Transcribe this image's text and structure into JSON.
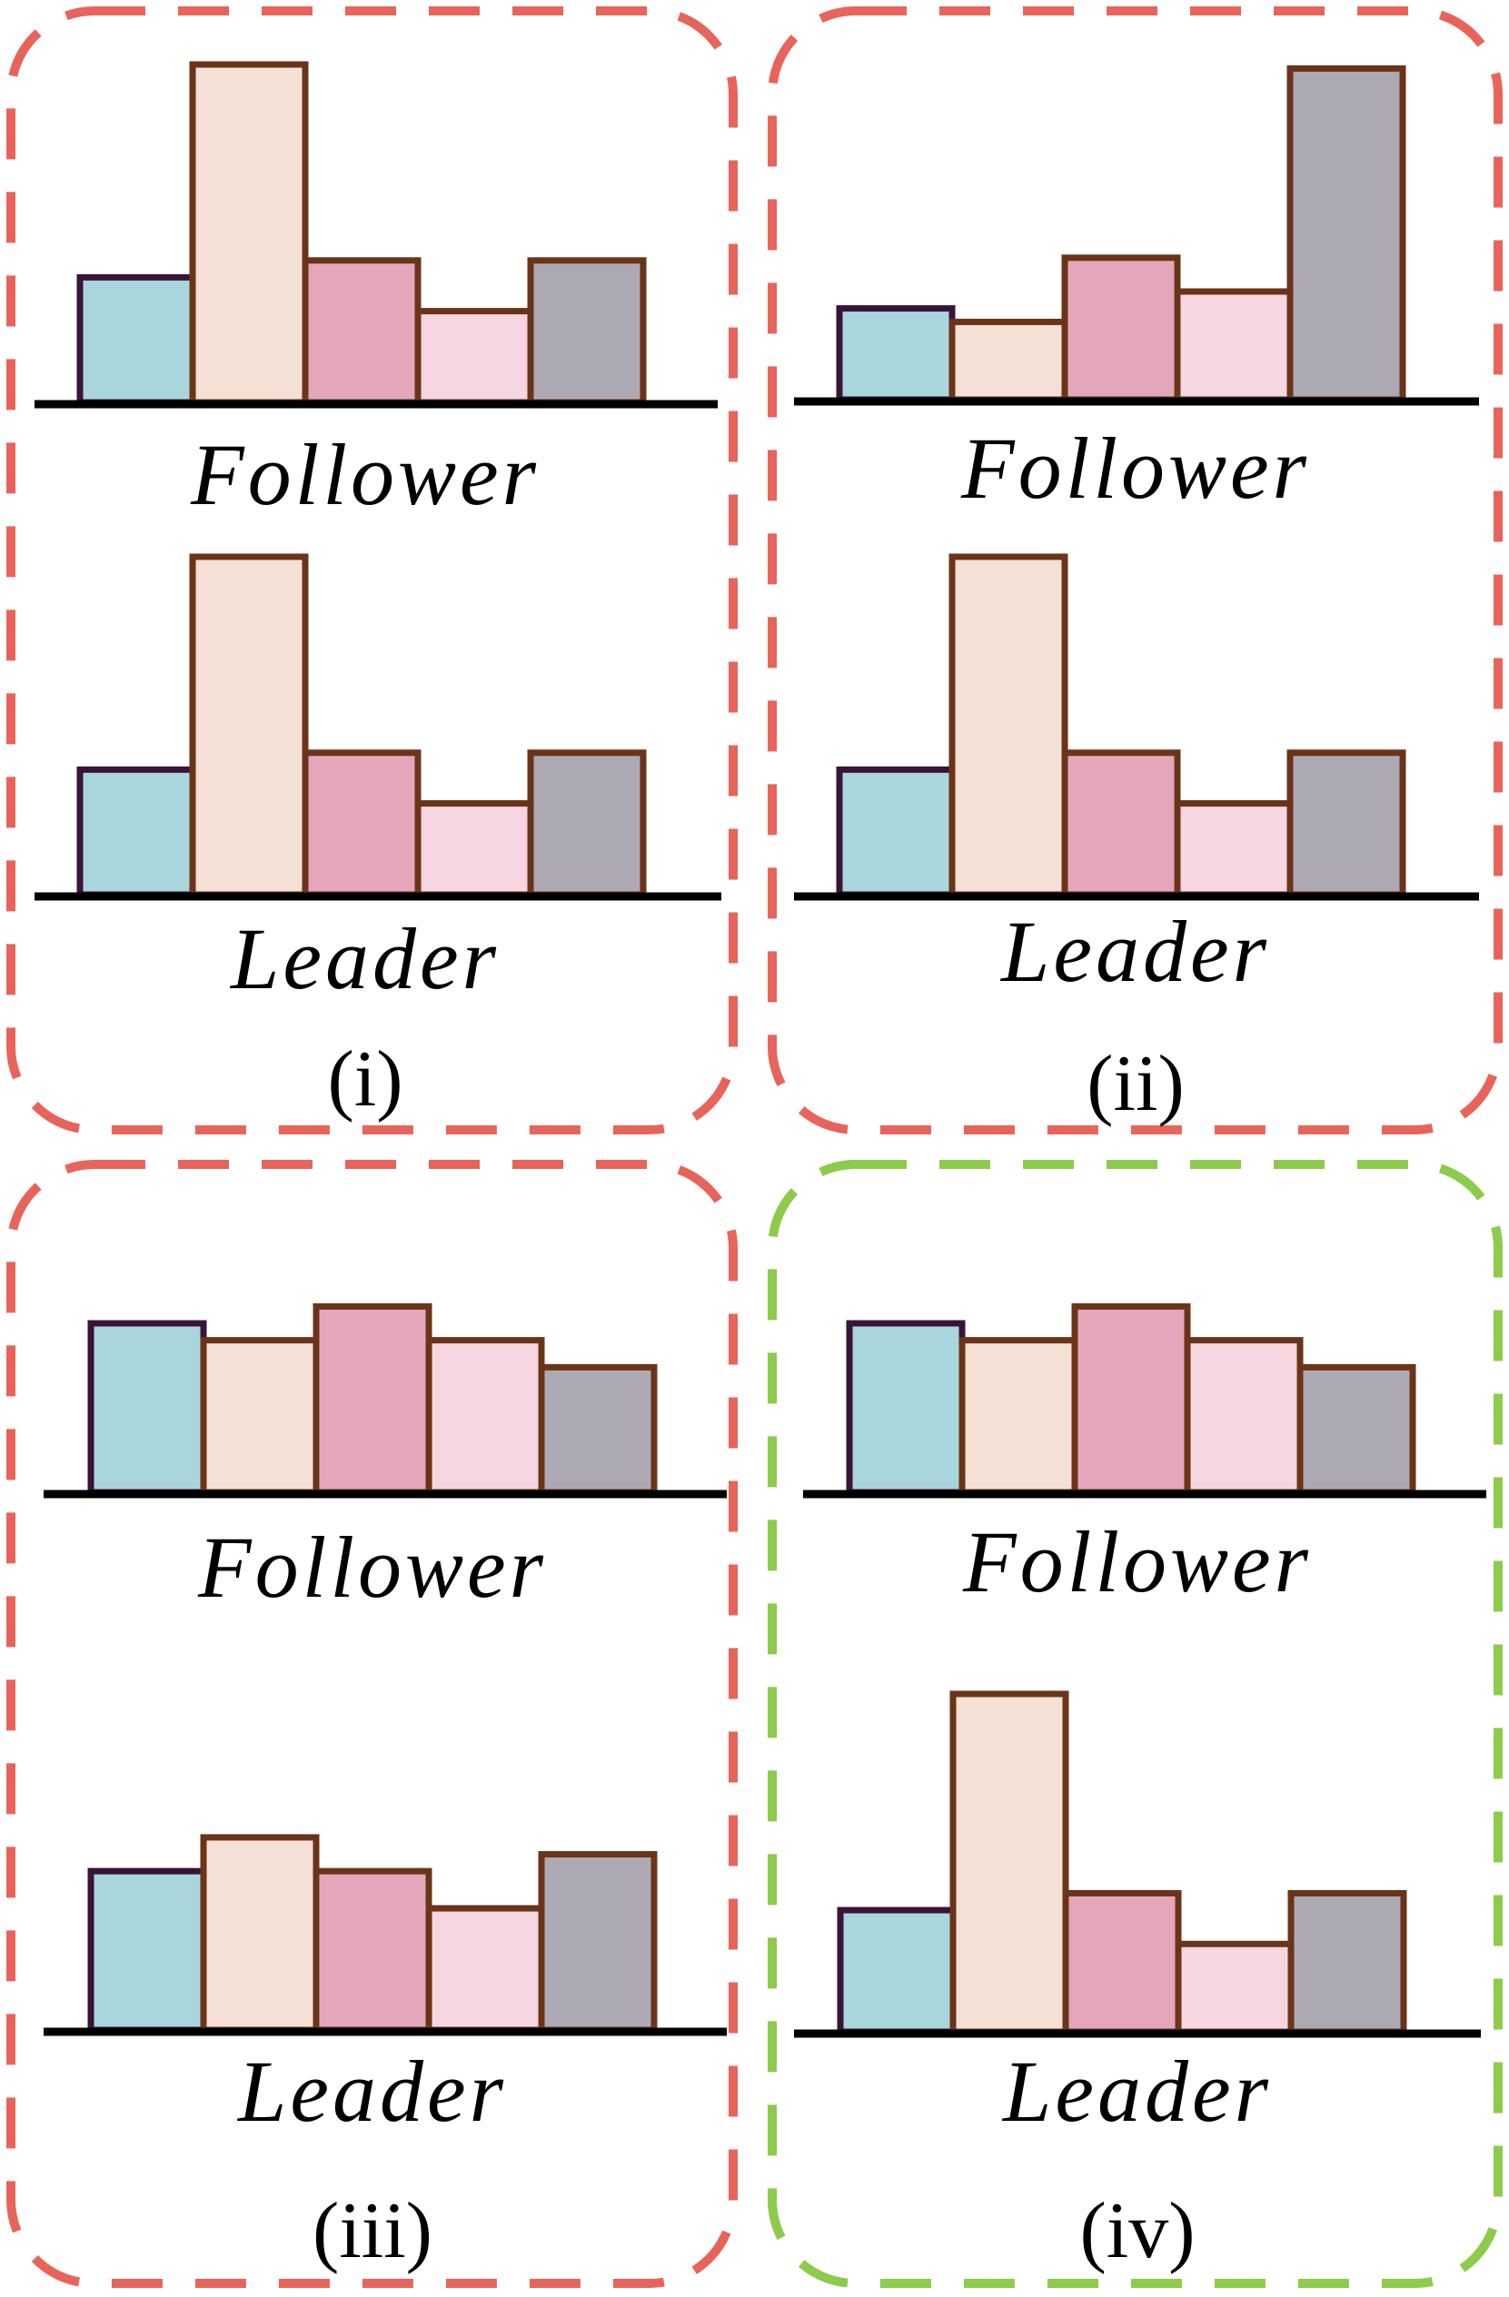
{
  "colors": {
    "frame_mismatch": "#E8645A",
    "frame_match": "#8DCB4A",
    "baseline": "#000000",
    "bar_stroke": "#6B3418",
    "bar_stroke_first": "#3A1438",
    "bar_fills": [
      "#A8D6DC",
      "#F5E0D5",
      "#E4A6BB",
      "#F5D6E1",
      "#ADA9B4"
    ]
  },
  "panels": [
    {
      "label": "(i)",
      "frame": "mismatch",
      "charts": [
        {
          "role": "Follower",
          "values": [
            0.37,
            1.0,
            0.42,
            0.27,
            0.42
          ]
        },
        {
          "role": "Leader",
          "values": [
            0.37,
            1.0,
            0.42,
            0.27,
            0.42
          ]
        }
      ]
    },
    {
      "label": "(ii)",
      "frame": "mismatch",
      "charts": [
        {
          "role": "Follower",
          "values": [
            0.27,
            0.23,
            0.42,
            0.32,
            0.98
          ]
        },
        {
          "role": "Leader",
          "values": [
            0.37,
            1.0,
            0.42,
            0.27,
            0.42
          ]
        }
      ]
    },
    {
      "label": "(iii)",
      "frame": "mismatch",
      "charts": [
        {
          "role": "Follower",
          "values": [
            0.5,
            0.45,
            0.55,
            0.45,
            0.37
          ]
        },
        {
          "role": "Leader",
          "values": [
            0.47,
            0.57,
            0.47,
            0.36,
            0.52
          ]
        }
      ]
    },
    {
      "label": "(iv)",
      "frame": "match",
      "charts": [
        {
          "role": "Follower",
          "values": [
            0.5,
            0.45,
            0.55,
            0.45,
            0.37
          ]
        },
        {
          "role": "Leader",
          "values": [
            0.36,
            1.0,
            0.41,
            0.26,
            0.41
          ]
        }
      ]
    }
  ]
}
